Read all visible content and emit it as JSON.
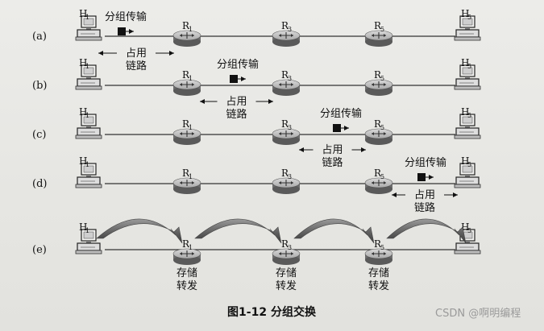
{
  "rows": [
    {
      "label": "(a)",
      "transfer_text": "分组传输",
      "occupy_text": [
        "占用",
        "链路"
      ]
    },
    {
      "label": "(b)",
      "transfer_text": "分组传输",
      "occupy_text": [
        "占用",
        "链路"
      ]
    },
    {
      "label": "(c)",
      "transfer_text": "分组传输",
      "occupy_text": [
        "占用",
        "链路"
      ]
    },
    {
      "label": "(d)",
      "transfer_text": "分组传输",
      "occupy_text": [
        "占用",
        "链路"
      ]
    },
    {
      "label": "(e)",
      "store_forward_text": [
        "存储",
        "转发"
      ]
    }
  ],
  "nodes": {
    "host_main": "H",
    "router_main": "R",
    "host_start_sub": "1",
    "host_end_sub": "5",
    "router_subs": [
      "1",
      "3",
      "5"
    ]
  },
  "caption": "图1-12  分组交换",
  "watermark": "CSDN @啊明编程"
}
